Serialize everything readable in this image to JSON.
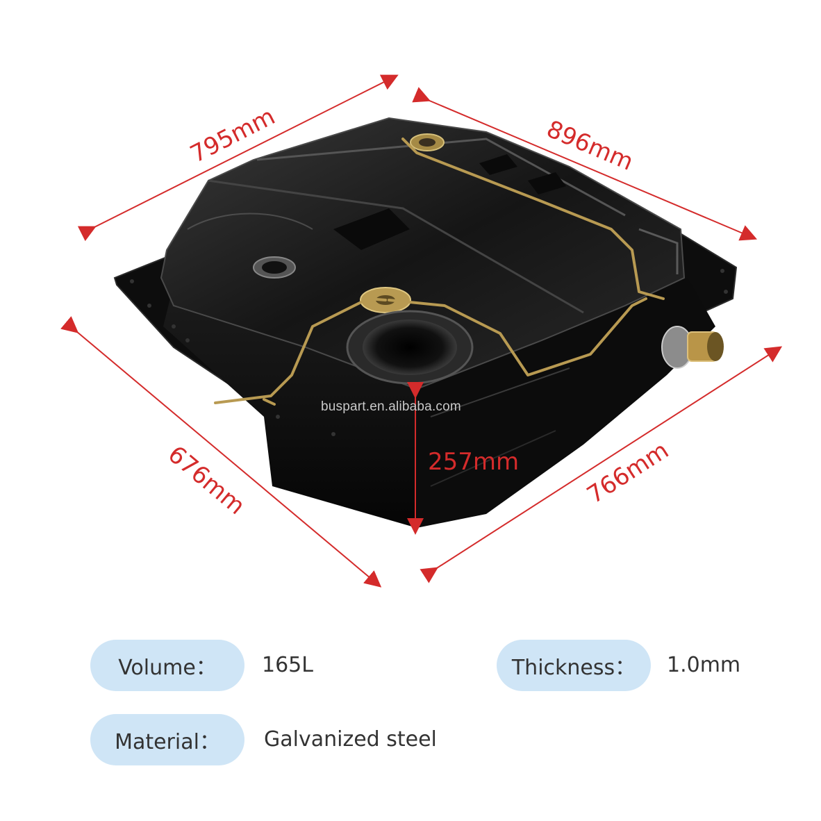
{
  "dimensions": {
    "top_left": "795mm",
    "top_right": "896mm",
    "bottom_left": "676mm",
    "bottom_right": "766mm",
    "height": "257mm"
  },
  "watermark": "buspart.en.alibaba.com",
  "specs": {
    "volume_label": "Volume：",
    "volume_value": "165L",
    "thickness_label": "Thickness：",
    "thickness_value": "1.0mm",
    "material_label": "Material：",
    "material_value": "Galvanized steel"
  },
  "colors": {
    "dimension_line": "#d42b2b",
    "pill_background": "#cfe5f6",
    "tank_body": "#121212",
    "pipe": "#b89a52"
  }
}
